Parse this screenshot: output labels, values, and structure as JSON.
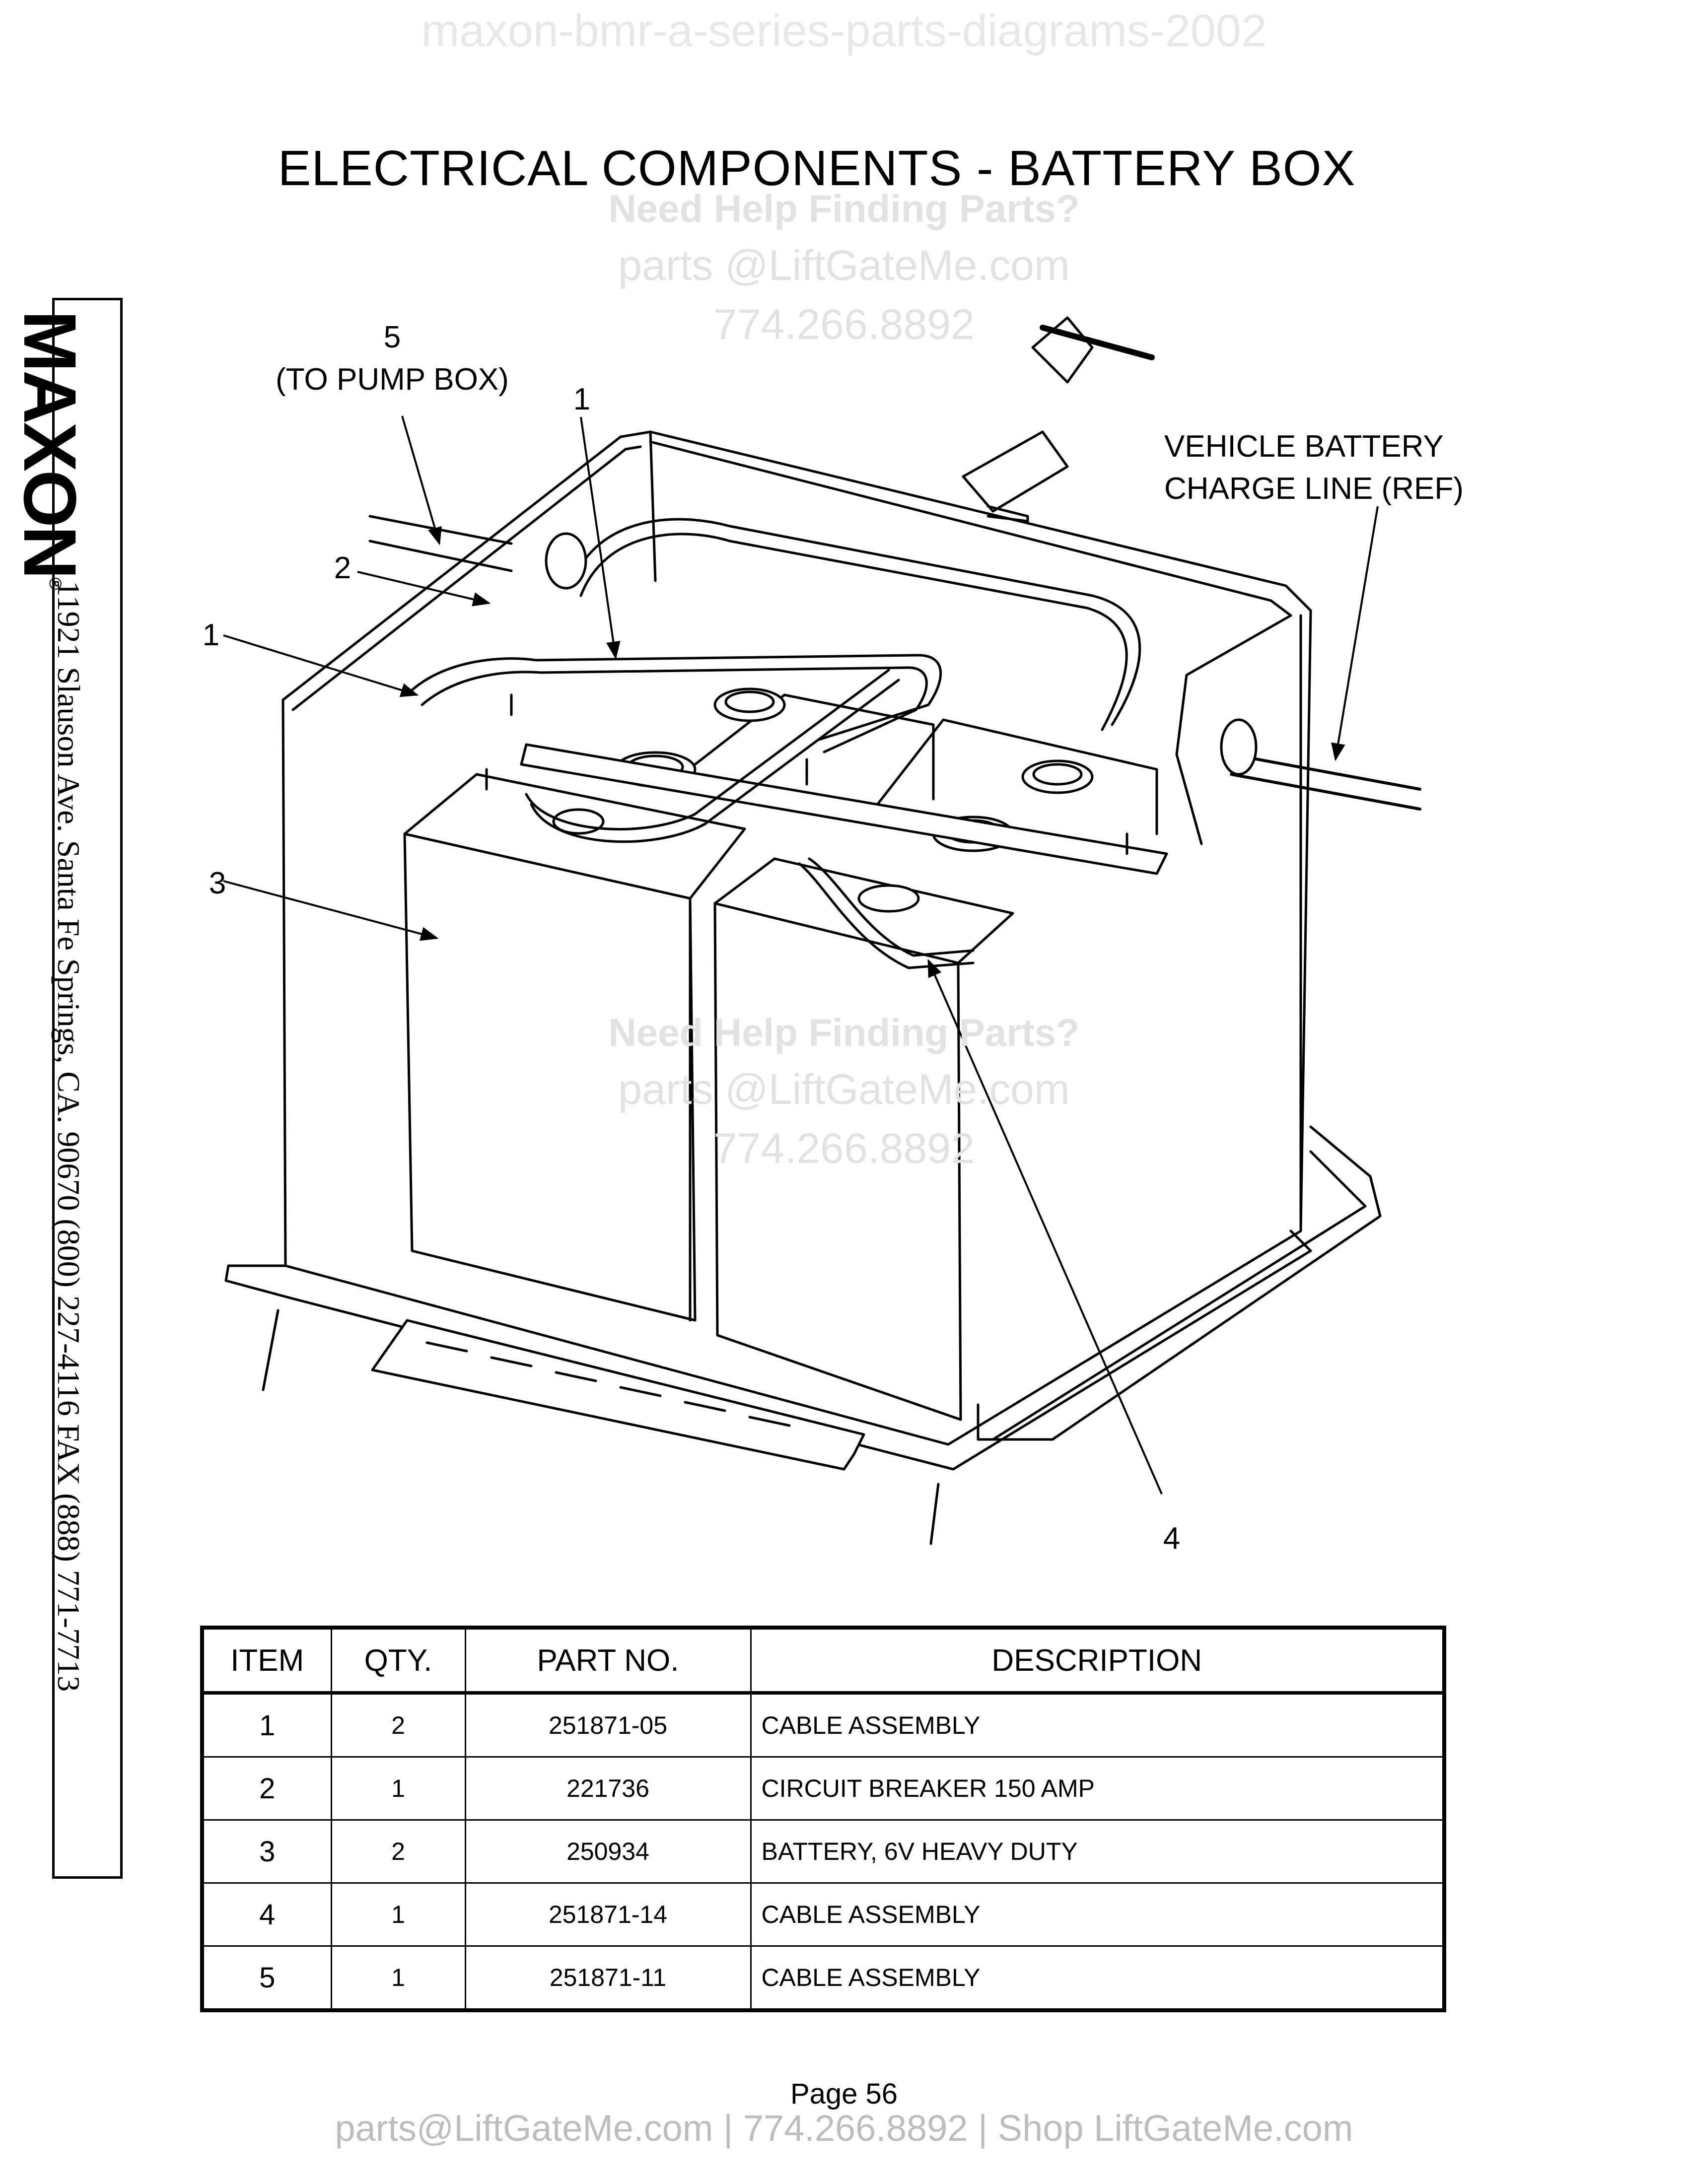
{
  "watermark_top": "maxon-bmr-a-series-parts-diagrams-2002",
  "title": "ELECTRICAL COMPONENTS - BATTERY BOX",
  "help_watermark": {
    "heading": "Need Help Finding Parts?",
    "email": "parts @LiftGateMe.com",
    "phone": "774.266.8892"
  },
  "sidebar": {
    "logo": "MAXON",
    "registered": "®",
    "address": "11921 Slauson Ave.  Santa Fe Springs, CA.  90670  (800) 227-4116  FAX (888) 771-7713"
  },
  "callouts": {
    "c5": "5",
    "c5_sub": "(TO PUMP BOX)",
    "c1_top": "1",
    "c2": "2",
    "c1_left": "1",
    "c3": "3",
    "c4": "4",
    "vehicle_line1": "VEHICLE BATTERY",
    "vehicle_line2": "CHARGE LINE (REF)"
  },
  "table": {
    "headers": {
      "item": "ITEM",
      "qty": "QTY.",
      "part": "PART NO.",
      "desc": "DESCRIPTION"
    },
    "rows": [
      {
        "item": "1",
        "qty": "2",
        "part": "251871-05",
        "desc": "CABLE ASSEMBLY"
      },
      {
        "item": "2",
        "qty": "1",
        "part": "221736",
        "desc": "CIRCUIT BREAKER 150 AMP"
      },
      {
        "item": "3",
        "qty": "2",
        "part": "250934",
        "desc": "BATTERY, 6V HEAVY DUTY"
      },
      {
        "item": "4",
        "qty": "1",
        "part": "251871-14",
        "desc": "CABLE ASSEMBLY"
      },
      {
        "item": "5",
        "qty": "1",
        "part": "251871-11",
        "desc": "CABLE ASSEMBLY"
      }
    ]
  },
  "page_label": "Page  56",
  "footer": "parts@LiftGateMe.com | 774.266.8892 | Shop LiftGateMe.com"
}
